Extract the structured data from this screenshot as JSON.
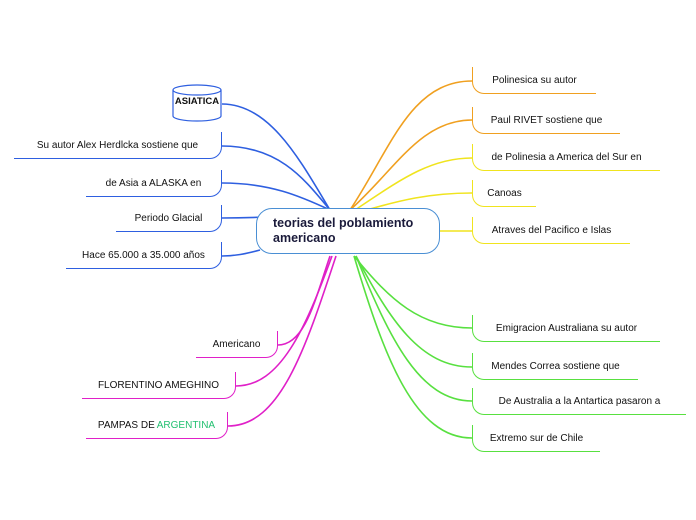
{
  "root": {
    "line1": "teorias del poblamiento",
    "line2": "americano"
  },
  "left": {
    "asiatica": "ASIATICA",
    "hrdlicka": "Su autor  Alex Herdlcka   sostiene que",
    "alaska": "de Asia a ALASKA  en",
    "glacial": "Periodo Glacial",
    "anos": "Hace  65.000 a 35.000 años",
    "americano": "Americano",
    "ameghino": "FLORENTINO AMEGHINO",
    "pampas_prefix": "PAMPAS DE ",
    "pampas_highlight": "ARGENTINA"
  },
  "right": {
    "polinesica": "Polinesica  su autor",
    "rivet": "Paul RIVET sostiene   que",
    "polinesia": "de Polinesia a America del Sur  en",
    "canoas": "Canoas",
    "pacifico": "Atraves del  Pacifico e Islas",
    "australiana": "Emigracion Australiana  su autor",
    "mendes": "Mendes Correa sostiene que",
    "australia": "De Australia  a la Antartica  pasaron a",
    "extremo": "Extremo sur de Chile"
  },
  "colors": {
    "blue": "#2e5fe0",
    "orange": "#f0a020",
    "yellow": "#f0e41e",
    "green": "#58e040",
    "magenta": "#e020c8",
    "root_border": "#4a8fd4",
    "argentina": "#22c070"
  }
}
